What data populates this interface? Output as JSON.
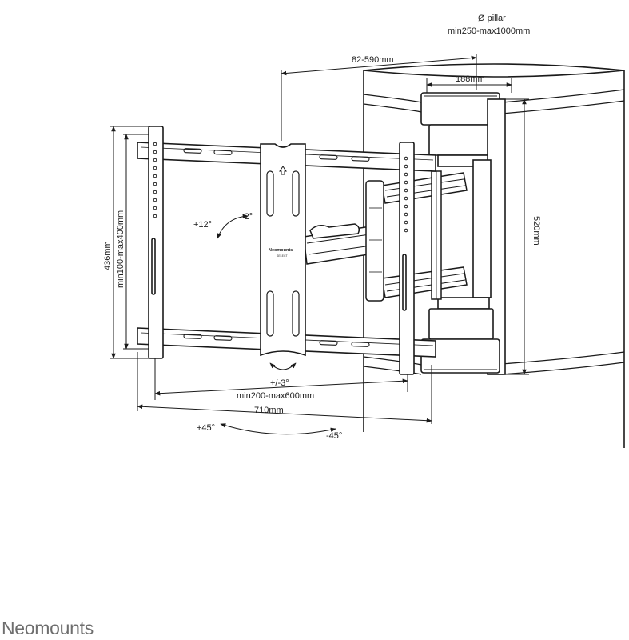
{
  "dimensions": {
    "pillar_title": "Ø pillar",
    "pillar_range": "min250-max1000mm",
    "wall_distance": "82-590mm",
    "clamp_width": "188mm",
    "clamp_height": "520mm",
    "overall_height": "436mm",
    "vesa_height": "min100-max400mm",
    "vesa_width": "min200-max600mm",
    "overall_width": "710mm"
  },
  "angles": {
    "tilt_up": "+12°",
    "tilt_down": "-2°",
    "rotate": "+/-3°",
    "swivel_left": "+45°",
    "swivel_right": "-45°"
  },
  "labels": {
    "plate_brand": "Neomounts",
    "plate_sub": "SELECT"
  },
  "brand": "Neomounts",
  "colors": {
    "line": "#1a1a1a",
    "brand": "#6e6e6e"
  }
}
